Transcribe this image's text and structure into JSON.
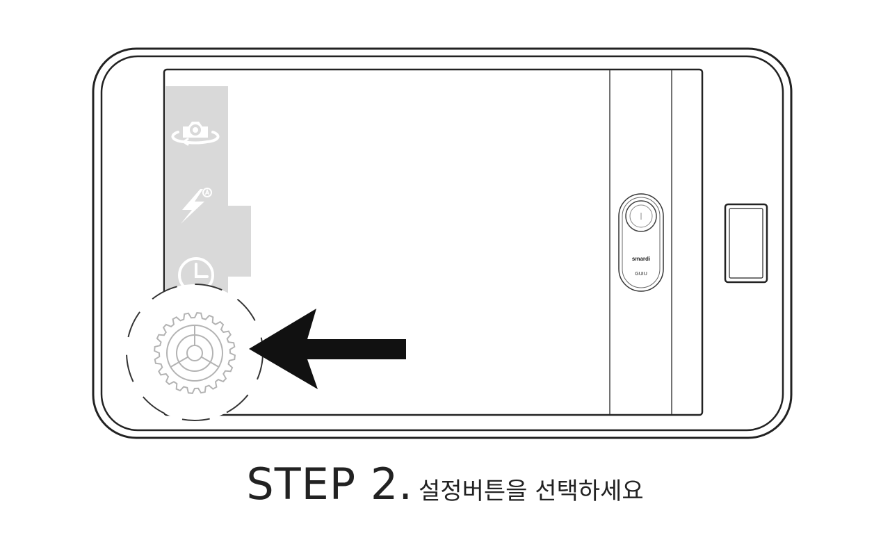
{
  "device": {
    "brand_label": "smardi",
    "model_label": "GUIU"
  },
  "camera_sidebar": {
    "items": [
      {
        "icon": "camera-switch-icon"
      },
      {
        "icon": "flash-auto-icon"
      },
      {
        "icon": "timer-icon"
      },
      {
        "icon": "settings-gear-icon"
      }
    ]
  },
  "instruction": {
    "step_label": "STEP 2.",
    "text": "설정버튼을 선택하세요"
  },
  "colors": {
    "outline": "#222222",
    "sidebar": "#d9d9d9",
    "icon": "#ffffff",
    "highlight_gear": "#b3b3b3"
  }
}
